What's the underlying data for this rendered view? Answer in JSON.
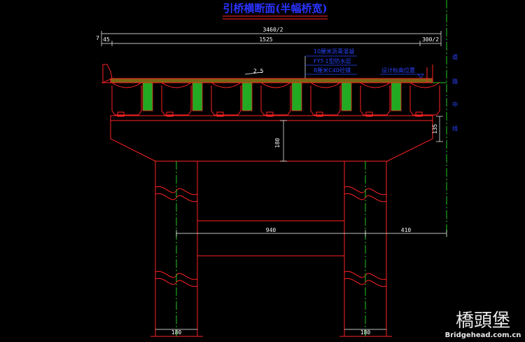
{
  "title": "引桥横断面(半幅桥宽)",
  "dimensions": {
    "overall": "3460/2",
    "left_edge": "45",
    "top_small": "7",
    "main_span": "1525",
    "right_span": "300/2",
    "slope": "2.5",
    "cap_height": "180",
    "right_step": "135",
    "pier_spacing": "940",
    "right_offset": "410",
    "pier_width_left": "180",
    "pier_width_right": "180"
  },
  "layers": {
    "line1": "10厘米沥青混凝",
    "line2": "FYT-1型防水层",
    "line3": "8厘米C40砼铺"
  },
  "design_elevation_label": "设计标高位置",
  "side_labels": [
    "道",
    "路",
    "中",
    "线"
  ],
  "watermark": {
    "chinese": "橋頭堡",
    "site": "Bridgehead.com.cn"
  },
  "colors": {
    "structure": "#ff2222",
    "centerline": "#22cc22",
    "annotation": "#2a44ff",
    "dimension": "#ffffff",
    "girder_fill": "#22aa22"
  }
}
